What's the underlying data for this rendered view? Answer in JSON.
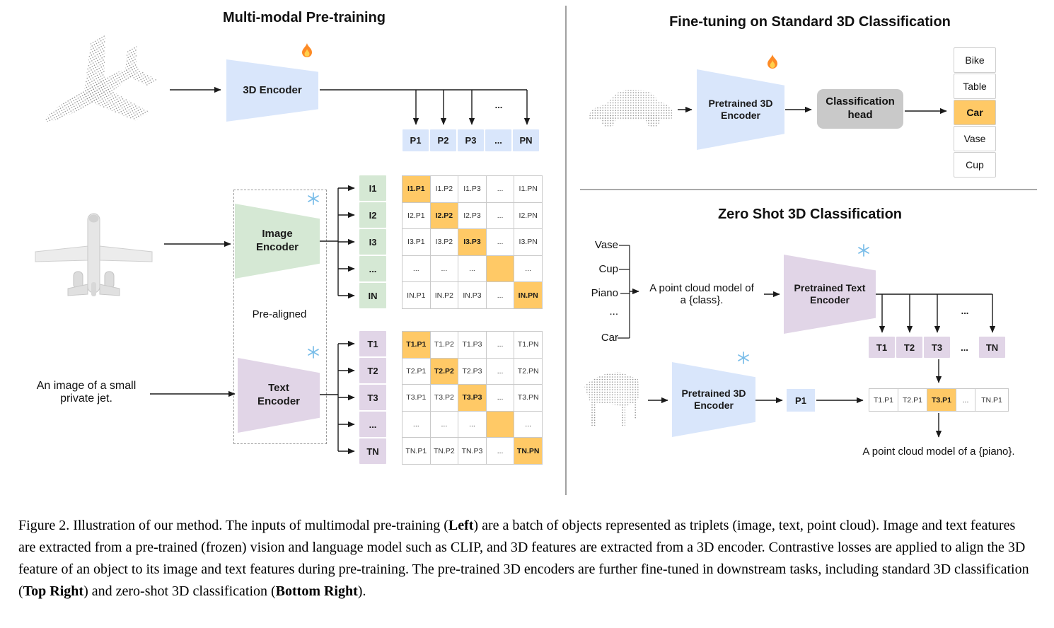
{
  "left": {
    "title": "Multi-modal Pre-training",
    "encoder_3d_label": "3D Encoder",
    "image_encoder_label": "Image\nEncoder",
    "text_encoder_label": "Text\nEncoder",
    "pre_aligned_label": "Pre-aligned",
    "image_caption": "An image of a small\nprivate jet.",
    "ellipsis": "...",
    "p_row": [
      "P1",
      "P2",
      "P3",
      "...",
      "PN"
    ],
    "i_col": [
      "I1",
      "I2",
      "I3",
      "...",
      "IN"
    ],
    "t_col": [
      "T1",
      "T2",
      "T3",
      "...",
      "TN"
    ],
    "ip_matrix": [
      [
        "I1.P1",
        "I1.P2",
        "I1.P3",
        "...",
        "I1.PN"
      ],
      [
        "I2.P1",
        "I2.P2",
        "I2.P3",
        "...",
        "I2.PN"
      ],
      [
        "I3.P1",
        "I3.P2",
        "I3.P3",
        "...",
        "I3.PN"
      ],
      [
        "...",
        "...",
        "...",
        "",
        "..."
      ],
      [
        "IN.P1",
        "IN.P2",
        "IN.P3",
        "...",
        "IN.PN"
      ]
    ],
    "tp_matrix": [
      [
        "T1.P1",
        "T1.P2",
        "T1.P3",
        "...",
        "T1.PN"
      ],
      [
        "T2.P1",
        "T2.P2",
        "T2.P3",
        "...",
        "T2.PN"
      ],
      [
        "T3.P1",
        "T3.P2",
        "T3.P3",
        "...",
        "T3.PN"
      ],
      [
        "...",
        "...",
        "...",
        "",
        "..."
      ],
      [
        "TN.P1",
        "TN.P2",
        "TN.P3",
        "...",
        "TN.PN"
      ]
    ]
  },
  "top_right": {
    "title": "Fine-tuning on Standard 3D Classification",
    "encoder_label": "Pretrained 3D\nEncoder",
    "head_label": "Classification\nhead",
    "classes": [
      "Bike",
      "Table",
      "Car",
      "Vase",
      "Cup"
    ],
    "highlighted_class": "Car"
  },
  "bottom_right": {
    "title": "Zero Shot 3D Classification",
    "class_words": [
      "Vase",
      "Cup",
      "Piano",
      "...",
      "Car"
    ],
    "prompt": "A point cloud model of\na {class}.",
    "text_encoder_label": "Pretrained Text\nEncoder",
    "encoder_label": "Pretrained 3D\nEncoder",
    "p1_label": "P1",
    "ellipsis": "...",
    "t_row": [
      "T1",
      "T2",
      "T3",
      "...",
      "TN"
    ],
    "sim_row": [
      "T1.P1",
      "T2.P1",
      "T3.P1",
      "...",
      "TN.P1"
    ],
    "result": "A point cloud model of a {piano}."
  },
  "icons": {
    "trainable": "flame-icon",
    "frozen": "snowflake-icon"
  },
  "colors": {
    "blue": "#d9e6fb",
    "green": "#d5e8d4",
    "purple": "#e1d5e7",
    "highlight_orange": "#ffc966",
    "head_gray": "#c9c9c9"
  },
  "caption": {
    "p1": "Figure 2. Illustration of our method. The inputs of multimodal pre-training (",
    "b1": "Left",
    "p2": ") are a batch of objects represented as triplets (image, text, point cloud). Image and text features are extracted from a pre-trained (frozen) vision and language model such as CLIP, and 3D features are extracted from a 3D encoder. Contrastive losses are applied to align the 3D feature of an object to its image and text features during pre-training. The pre-trained 3D encoders are further fine-tuned in downstream tasks, including standard 3D classification (",
    "b2": "Top Right",
    "p3": ") and zero-shot 3D classification (",
    "b3": "Bottom Right",
    "p4": ")."
  }
}
